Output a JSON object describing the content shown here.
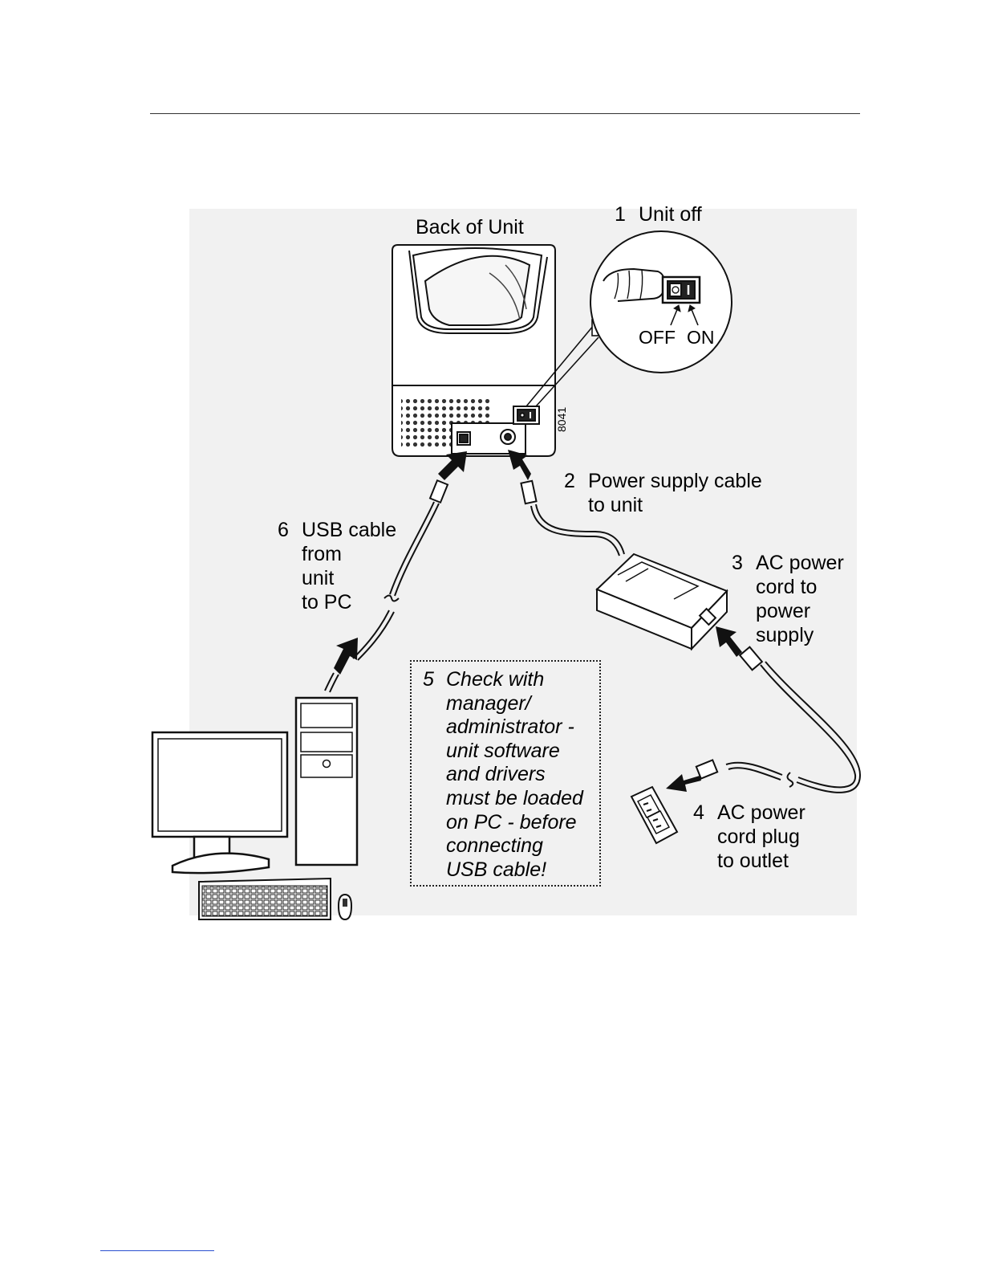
{
  "figure": {
    "back_of_unit": "Back of Unit",
    "step1": {
      "num": "1",
      "lines": [
        "Unit off"
      ]
    },
    "switch_off": "OFF",
    "switch_on": "ON",
    "part_number": "8041",
    "step2": {
      "num": "2",
      "lines": [
        "Power supply cable",
        "to unit"
      ]
    },
    "step3": {
      "num": "3",
      "lines": [
        "AC power",
        "cord to",
        "power",
        "supply"
      ]
    },
    "step4": {
      "num": "4",
      "lines": [
        "AC power",
        "cord plug",
        "to outlet"
      ]
    },
    "step5": {
      "num": "5",
      "lines": [
        "Check with",
        "manager/",
        "administrator -",
        "unit software",
        "and drivers",
        "must be loaded",
        "on PC - before",
        "connecting",
        "USB cable!"
      ]
    },
    "step6": {
      "num": "6",
      "lines": [
        "USB cable",
        "from",
        "unit",
        "to PC"
      ]
    }
  }
}
